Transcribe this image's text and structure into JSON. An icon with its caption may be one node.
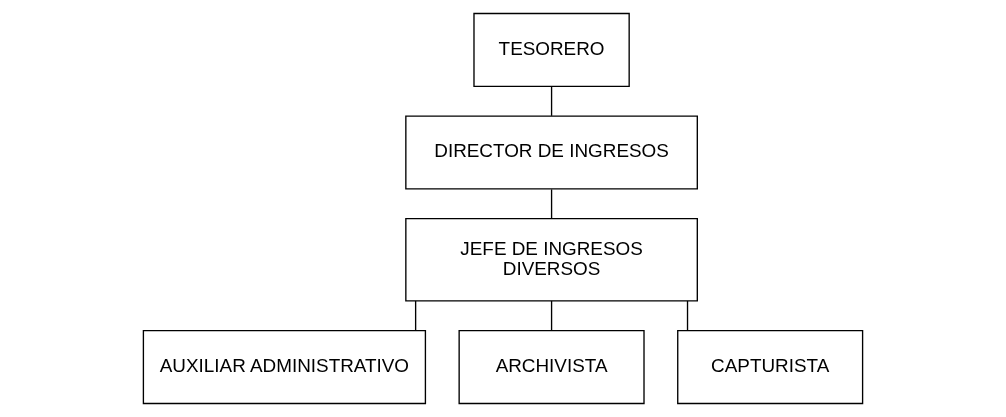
{
  "diagram": {
    "nodes": [
      {
        "text": [
          "TESORERO"
        ]
      },
      {
        "text": [
          "DIRECTOR DE INGRESOS"
        ]
      },
      {
        "text": [
          "JEFE DE INGRESOS DIVERSOS"
        ]
      },
      {
        "text": [
          "AUXILIAR ADMINISTRATIVO"
        ]
      },
      {
        "text": [
          "ARCHIVISTA"
        ]
      },
      {
        "text": [
          "CAPTURISTA"
        ]
      }
    ],
    "edges": [
      {
        "from": 0,
        "to": 1,
        "arrow": "none"
      },
      {
        "from": 1,
        "to": 2,
        "arrow": "none"
      },
      {
        "from": 2,
        "to": 3,
        "arrow": "none"
      },
      {
        "from": 2,
        "to": 4,
        "arrow": "none"
      },
      {
        "from": 2,
        "to": 5,
        "arrow": "none"
      }
    ]
  }
}
